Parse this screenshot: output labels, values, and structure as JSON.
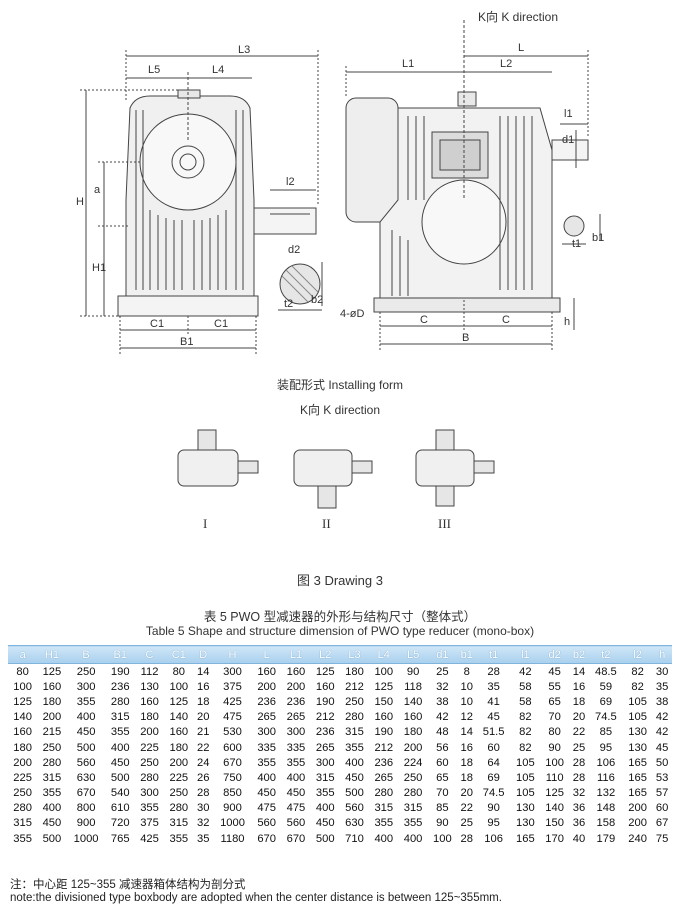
{
  "drawing": {
    "top_direction": "K向  K direction",
    "dims": {
      "L3": "L3",
      "L5": "L5",
      "L4": "L4",
      "H": "H",
      "a": "a",
      "H1": "H1",
      "l2": "l2",
      "d2": "d2",
      "b2": "b2",
      "t2": "t2",
      "C1a": "C1",
      "C1b": "C1",
      "B1": "B1",
      "L": "L",
      "L1": "L1",
      "L2": "L2",
      "l1": "l1",
      "d1": "d1",
      "t1": "t1",
      "b1": "b1",
      "hole": "4-øD",
      "Ca": "C",
      "Cb": "C",
      "B": "B",
      "h": "h"
    },
    "install_title": "装配形式   Installing form",
    "install_dir": "K向   K direction",
    "forms": [
      "I",
      "II",
      "III"
    ],
    "caption": "图 3    Drawing 3"
  },
  "table": {
    "title_cn": "表 5    PWO 型减速器的外形与结构尺寸（整体式）",
    "title_en": "Table 5  Shape and structure dimension of PWO type reducer (mono-box)",
    "headers": [
      "a",
      "H1",
      "B",
      "B1",
      "C",
      "C1",
      "D",
      "H",
      "L",
      "L1",
      "L2",
      "L3",
      "L4",
      "L5",
      "d1",
      "b1",
      "t1",
      "l1",
      "d2",
      "b2",
      "t2",
      "l2",
      "h"
    ],
    "rows": [
      [
        "80",
        "125",
        "250",
        "190",
        "112",
        "80",
        "14",
        "300",
        "160",
        "160",
        "125",
        "180",
        "100",
        "90",
        "25",
        "8",
        "28",
        "42",
        "45",
        "14",
        "48.5",
        "82",
        "30"
      ],
      [
        "100",
        "160",
        "300",
        "236",
        "130",
        "100",
        "16",
        "375",
        "200",
        "200",
        "160",
        "212",
        "125",
        "118",
        "32",
        "10",
        "35",
        "58",
        "55",
        "16",
        "59",
        "82",
        "35"
      ],
      [
        "125",
        "180",
        "355",
        "280",
        "160",
        "125",
        "18",
        "425",
        "236",
        "236",
        "190",
        "250",
        "150",
        "140",
        "38",
        "10",
        "41",
        "58",
        "65",
        "18",
        "69",
        "105",
        "38"
      ],
      [
        "140",
        "200",
        "400",
        "315",
        "180",
        "140",
        "20",
        "475",
        "265",
        "265",
        "212",
        "280",
        "160",
        "160",
        "42",
        "12",
        "45",
        "82",
        "70",
        "20",
        "74.5",
        "105",
        "42"
      ],
      [
        "160",
        "215",
        "450",
        "355",
        "200",
        "160",
        "21",
        "530",
        "300",
        "300",
        "236",
        "315",
        "190",
        "180",
        "48",
        "14",
        "51.5",
        "82",
        "80",
        "22",
        "85",
        "130",
        "42"
      ],
      [
        "180",
        "250",
        "500",
        "400",
        "225",
        "180",
        "22",
        "600",
        "335",
        "335",
        "265",
        "355",
        "212",
        "200",
        "56",
        "16",
        "60",
        "82",
        "90",
        "25",
        "95",
        "130",
        "45"
      ],
      [
        "200",
        "280",
        "560",
        "450",
        "250",
        "200",
        "24",
        "670",
        "355",
        "355",
        "300",
        "400",
        "236",
        "224",
        "60",
        "18",
        "64",
        "105",
        "100",
        "28",
        "106",
        "165",
        "50"
      ],
      [
        "225",
        "315",
        "630",
        "500",
        "280",
        "225",
        "26",
        "750",
        "400",
        "400",
        "315",
        "450",
        "265",
        "250",
        "65",
        "18",
        "69",
        "105",
        "110",
        "28",
        "116",
        "165",
        "53"
      ],
      [
        "250",
        "355",
        "670",
        "540",
        "300",
        "250",
        "28",
        "850",
        "450",
        "450",
        "355",
        "500",
        "280",
        "280",
        "70",
        "20",
        "74.5",
        "105",
        "125",
        "32",
        "132",
        "165",
        "57"
      ],
      [
        "280",
        "400",
        "800",
        "610",
        "355",
        "280",
        "30",
        "900",
        "475",
        "475",
        "400",
        "560",
        "315",
        "315",
        "85",
        "22",
        "90",
        "130",
        "140",
        "36",
        "148",
        "200",
        "60"
      ],
      [
        "315",
        "450",
        "900",
        "720",
        "375",
        "315",
        "32",
        "1000",
        "560",
        "560",
        "450",
        "630",
        "355",
        "355",
        "90",
        "25",
        "95",
        "130",
        "150",
        "36",
        "158",
        "200",
        "67"
      ],
      [
        "355",
        "500",
        "1000",
        "765",
        "425",
        "355",
        "35",
        "1180",
        "670",
        "670",
        "500",
        "710",
        "400",
        "400",
        "100",
        "28",
        "106",
        "165",
        "170",
        "40",
        "179",
        "240",
        "75"
      ]
    ]
  },
  "note": {
    "cn": "注：中心距 125~355 减速器箱体结构为剖分式",
    "en": "note:the divisioned type boxbody are adopted when the center distance is between 125~355mm."
  }
}
